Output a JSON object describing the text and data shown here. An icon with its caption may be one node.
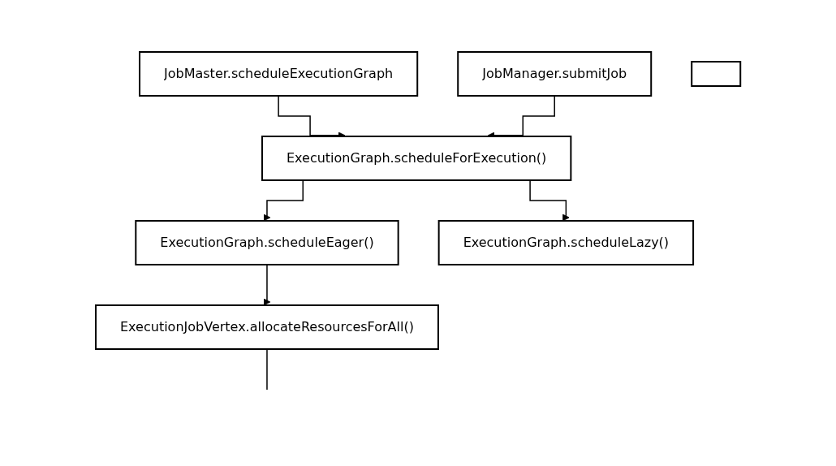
{
  "diagram": {
    "nodes": [
      {
        "text": [
          "JobMaster.scheduleExecutionGraph"
        ]
      },
      {
        "text": [
          "JobManager.submitJob"
        ]
      },
      {
        "text": [
          "ExecutionGraph.scheduleForExecution()"
        ]
      },
      {
        "text": [
          "ExecutionGraph.scheduleEager()"
        ]
      },
      {
        "text": [
          "ExecutionGraph.scheduleLazy()"
        ]
      },
      {
        "text": [
          "ExecutionJobVertex.allocateResourcesForAll()"
        ]
      },
      {
        "text": [],
        "shape": "box"
      }
    ],
    "edges": [
      {
        "from": 0,
        "to": 2,
        "arrow": "to"
      },
      {
        "from": 1,
        "to": 2,
        "arrow": "to"
      },
      {
        "from": 2,
        "to": 3,
        "arrow": "to"
      },
      {
        "from": 2,
        "to": 4,
        "arrow": "to"
      },
      {
        "from": 3,
        "to": 5,
        "arrow": "to"
      },
      {
        "from": 5,
        "to": null,
        "arrow": "none"
      }
    ]
  }
}
